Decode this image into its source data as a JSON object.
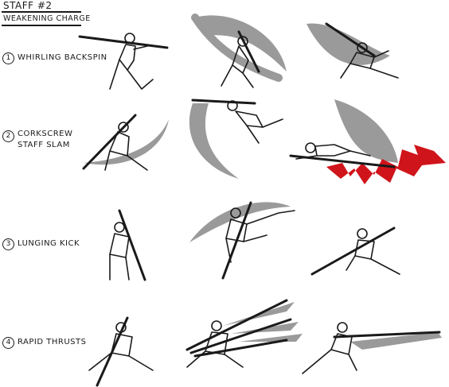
{
  "header": {
    "title": "STAFF #2",
    "subtitle": "WEAKENING CHARGE"
  },
  "moves": [
    {
      "number": "1",
      "label_lines": [
        "WHIRLING BACKSPIN"
      ]
    },
    {
      "number": "2",
      "label_lines": [
        "CORKSCREW",
        "STAFF SLAM"
      ]
    },
    {
      "number": "3",
      "label_lines": [
        "LUNGING KICK"
      ]
    },
    {
      "number": "4",
      "label_lines": [
        "RAPID THRUSTS"
      ]
    }
  ],
  "colors": {
    "ink": "#1a1a1a",
    "motion_trail": "#9a9a9a",
    "impact_burst": "#d0141b",
    "paper": "#ffffff"
  }
}
